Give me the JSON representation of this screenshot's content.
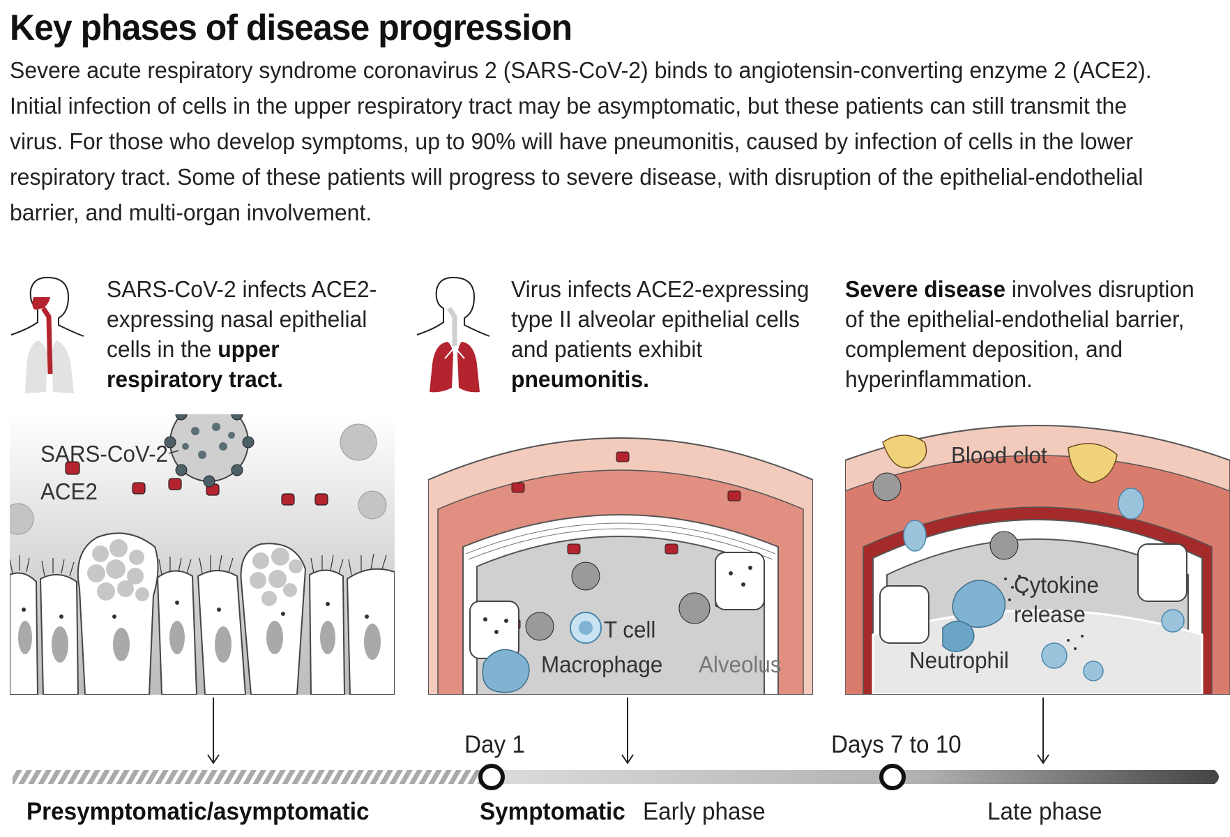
{
  "title": "Key phases of disease progression",
  "intro": "Severe acute respiratory syndrome coronavirus 2 (SARS-CoV-2) binds to angiotensin-converting enzyme 2 (ACE2). Initial infection of cells in the upper respiratory tract may be asymptomatic, but these patients can still transmit the virus. For those who develop symptoms, up to 90% will have pneumonitis, caused by infection of cells in the lower respiratory tract. Some of these patients will progress to severe disease, with disruption of the epithelial-endothelial barrier, and multi-organ involvement.",
  "colors": {
    "accent_red": "#b3242e",
    "tissue_pink": "#e8a497",
    "tissue_light": "#f3cbbd",
    "airway_grey": "#d2d2d2",
    "cell_blue": "#7fb3d1",
    "clot_yellow": "#f0d27a"
  },
  "phases": [
    {
      "caption_pre": "SARS-CoV-2 infects ACE2-expressing nasal epithelial cells in the ",
      "caption_bold": "upper respiratory tract.",
      "icon": "upper-respiratory-tract-icon",
      "labels": {
        "virus": "SARS-CoV-2",
        "receptor": "ACE2"
      }
    },
    {
      "caption_pre": "Virus infects ACE2-expressing type II alveolar epithelial cells and patients exhibit ",
      "caption_bold": "pneumonitis.",
      "icon": "lungs-icon",
      "labels": {
        "tcell": "T cell",
        "macrophage": "Macrophage",
        "alveolus": "Alveolus"
      }
    },
    {
      "caption_bold": "Severe disease",
      "caption_post": " involves disruption of the epithelial-endothelial barrier, complement deposition, and hyperinflammation.",
      "labels": {
        "clot": "Blood clot",
        "cytokine": "Cytokine release",
        "neutrophil": "Neutrophil"
      }
    }
  ],
  "timeline": {
    "markers": [
      "Day 1",
      "Days 7 to 10"
    ],
    "stage_presymptomatic": "Presymptomatic/asymptomatic",
    "stage_symptomatic": "Symptomatic",
    "stage_early": "Early phase",
    "stage_late": "Late phase"
  }
}
